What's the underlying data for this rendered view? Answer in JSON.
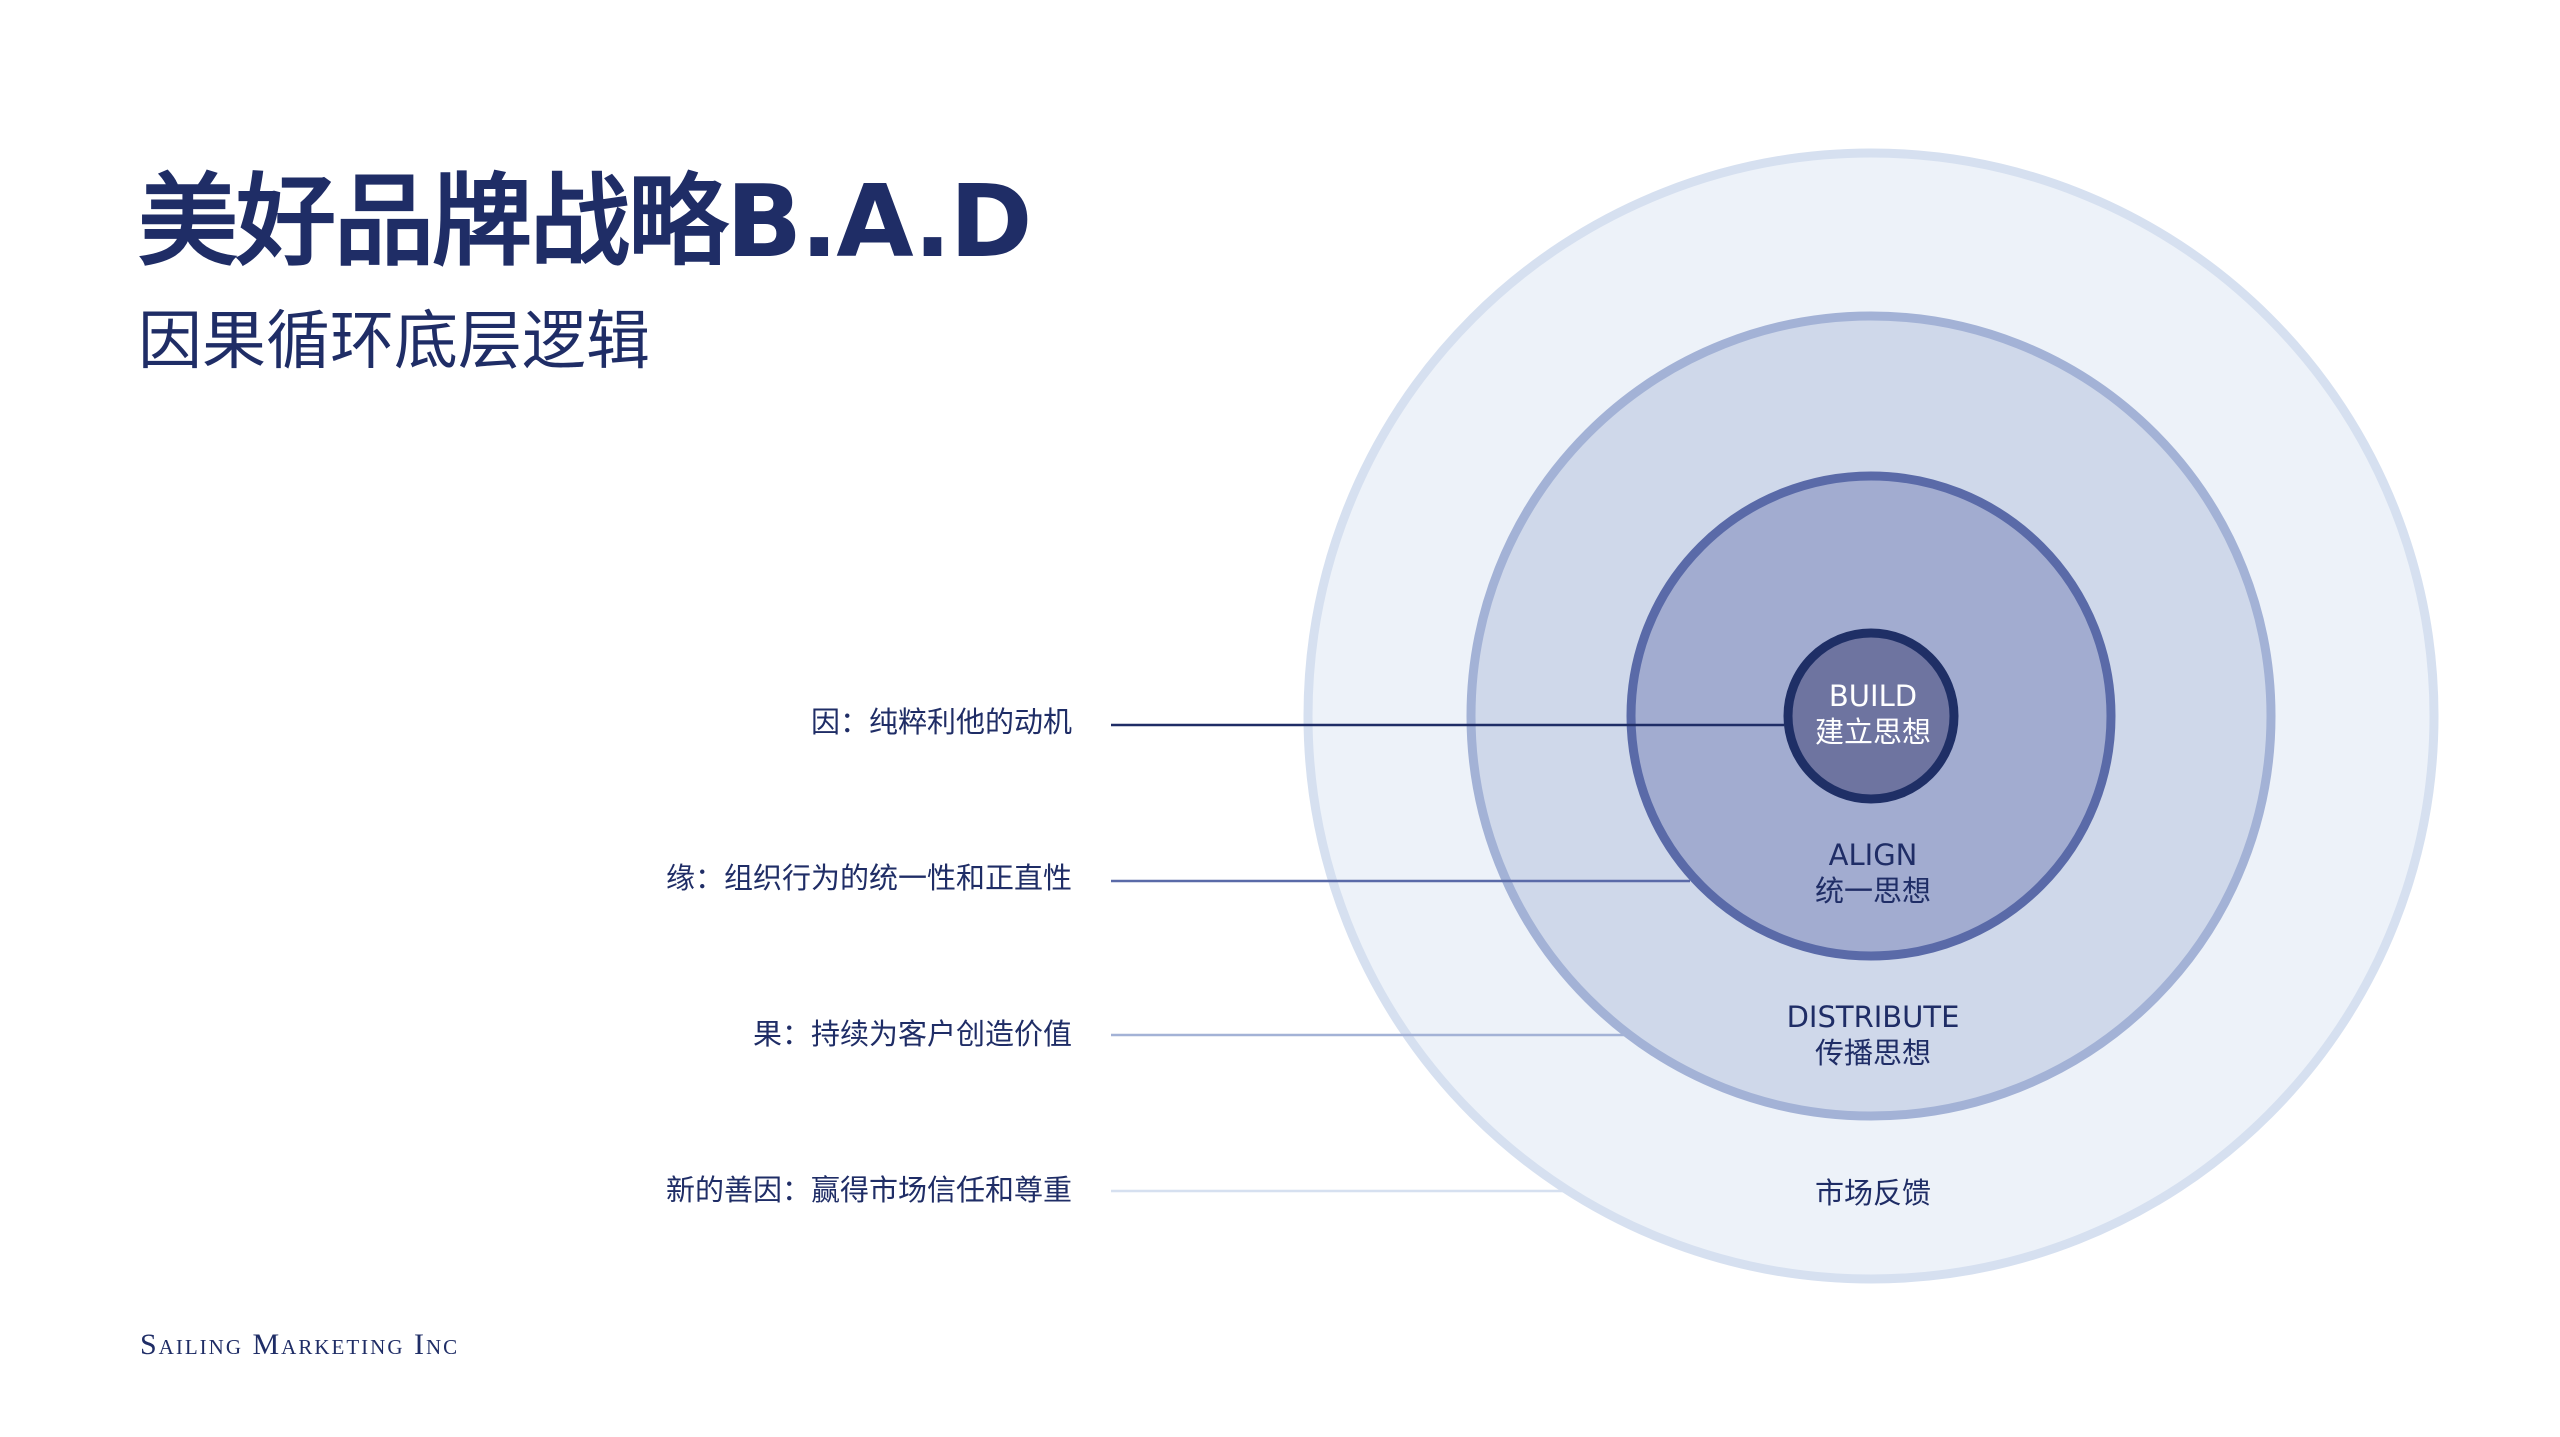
{
  "header": {
    "title": "美好品牌战略B.A.D",
    "subtitle": "因果循环底层逻辑"
  },
  "footer": {
    "brand": "Sailing Marketing Inc"
  },
  "colors": {
    "primary": "#1f2d66",
    "ring_outer_fill": "#edf2f9",
    "ring_outer_stroke": "#d6e0f0",
    "ring_distribute_fill": "#cfd8ea",
    "ring_distribute_stroke": "#a3b2d6",
    "ring_align_fill": "#a2acd0",
    "ring_align_stroke": "#5a6aa8",
    "ring_build_fill": "#6e74a0",
    "ring_build_stroke": "#1f2f66"
  },
  "labels": [
    {
      "text": "因：纯粹利他的动机"
    },
    {
      "text": "缘：组织行为的统一性和正直性"
    },
    {
      "text": "果：持续为客户创造价值"
    },
    {
      "text": "新的善因：赢得市场信任和尊重"
    }
  ],
  "rings": {
    "build": {
      "en": "BUILD",
      "zh": "建立思想"
    },
    "align": {
      "en": "ALIGN",
      "zh": "统一思想"
    },
    "distribute": {
      "en": "DISTRIBUTE",
      "zh": "传播思想"
    },
    "market": {
      "zh": "市场反馈"
    }
  }
}
